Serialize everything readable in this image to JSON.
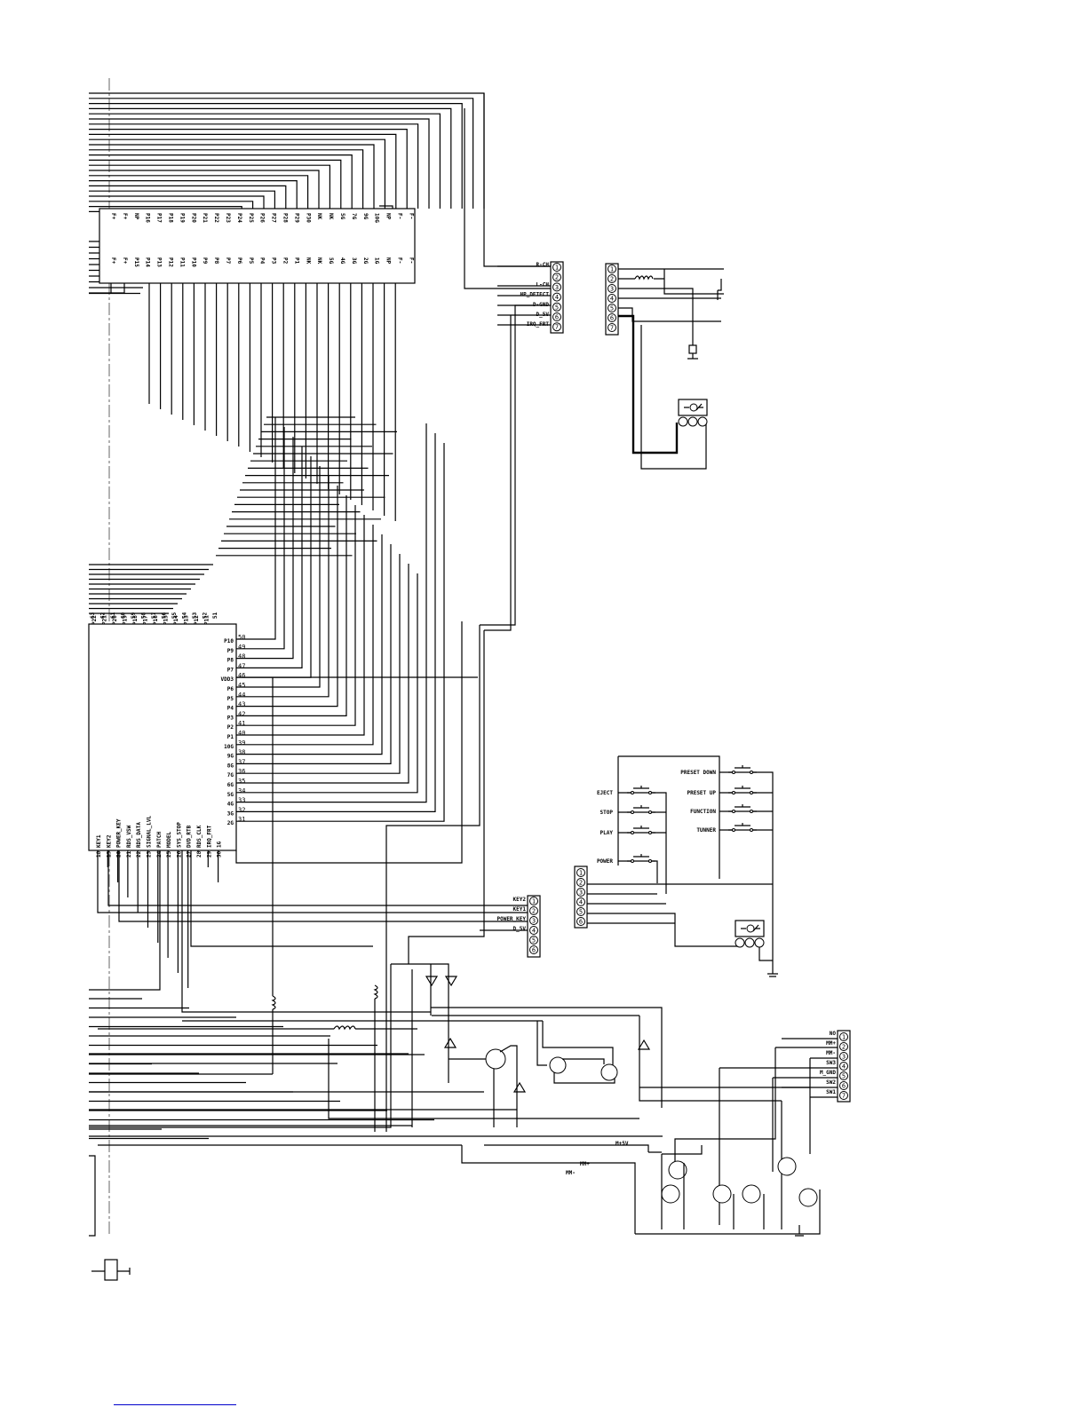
{
  "colors": {
    "ink": "#000000",
    "centerline": "#999999",
    "link": "#0000cc"
  },
  "top_connector": {
    "top_pins": [
      "F+",
      "F+",
      "NP",
      "P16",
      "P17",
      "P18",
      "P19",
      "P20",
      "P21",
      "P22",
      "P23",
      "P24",
      "P25",
      "P26",
      "P27",
      "P28",
      "P29",
      "P30",
      "NK",
      "NK",
      "5G",
      "7G",
      "9G",
      "10G",
      "NP",
      "F-",
      "F-"
    ],
    "bottom_pins": [
      "F+",
      "F+",
      "P15",
      "P14",
      "P13",
      "P12",
      "P11",
      "P10",
      "P9",
      "P8",
      "P7",
      "P6",
      "P5",
      "P4",
      "P3",
      "P2",
      "P1",
      "NK",
      "NK",
      "5G",
      "4G",
      "3G",
      "2G",
      "1G",
      "NP",
      "F-",
      "F-"
    ]
  },
  "audio_connector": {
    "labels": [
      "R-CH",
      "",
      "L-CH",
      "HP_DETECT",
      "D-GND",
      "D_5V",
      "IRQ_FRT"
    ],
    "pins": [
      "1",
      "2",
      "3",
      "4",
      "5",
      "6",
      "7"
    ]
  },
  "side_connector": {
    "pins": [
      "1",
      "2",
      "3",
      "4",
      "5",
      "6",
      "7"
    ]
  },
  "mcu": {
    "top_labels": [
      "P22",
      "P21",
      "P20",
      "P19",
      "P18",
      "P17",
      "P16",
      "P15",
      "P14",
      "P13",
      "P12",
      "P11"
    ],
    "top_numbers": [
      "63",
      "62",
      "61",
      "60",
      "59",
      "58",
      "57",
      "56",
      "55",
      "54",
      "53",
      "52",
      "51"
    ],
    "right_labels": [
      "P10",
      "P9",
      "P8",
      "P7",
      "VDD3",
      "P6",
      "P5",
      "P4",
      "P3",
      "P2",
      "P1",
      "10G",
      "9G",
      "8G",
      "7G",
      "6G",
      "5G",
      "4G",
      "3G",
      "2G"
    ],
    "right_numbers": [
      "50",
      "49",
      "48",
      "47",
      "46",
      "45",
      "44",
      "43",
      "42",
      "41",
      "40",
      "39",
      "38",
      "37",
      "36",
      "35",
      "34",
      "33",
      "32",
      "31"
    ],
    "bottom_labels": [
      "KEY1",
      "KEY2",
      "POWER_KEY",
      "RDS_VSW",
      "RDS_DATA",
      "SIGNAL_LVL",
      "PATCH",
      "MODEL",
      "SYS_STOP",
      "DVD_RTB",
      "RDS_CLK",
      "IRQ_FRT",
      "1G"
    ],
    "bottom_numbers": [
      "18",
      "19",
      "20",
      "21",
      "22",
      "23",
      "24",
      "25",
      "26",
      "27",
      "28",
      "29",
      "30"
    ]
  },
  "key_connector": {
    "labels": [
      "KEY2",
      "KEY1",
      "POWER_KEY",
      "D_5V"
    ],
    "pins": [
      "1",
      "2",
      "3",
      "4",
      "5",
      "6"
    ]
  },
  "switch_panel": {
    "left_switches": [
      "EJECT",
      "STOP",
      "PLAY",
      "POWER"
    ],
    "right_switches": [
      "PRESET DOWN",
      "PRESET UP",
      "FUNCTION",
      "TUNNER"
    ],
    "pins": [
      "1",
      "2",
      "3",
      "4",
      "5",
      "6"
    ]
  },
  "motor_connector": {
    "labels": [
      "NO",
      "MM+",
      "MM-",
      "SW3",
      "M_GND",
      "SW2",
      "SW1"
    ],
    "pins": [
      "1",
      "2",
      "3",
      "4",
      "5",
      "6",
      "7"
    ]
  },
  "net_labels": {
    "m5v": "M+5V",
    "mmplus": "MM+",
    "mmminus": "MM-"
  }
}
